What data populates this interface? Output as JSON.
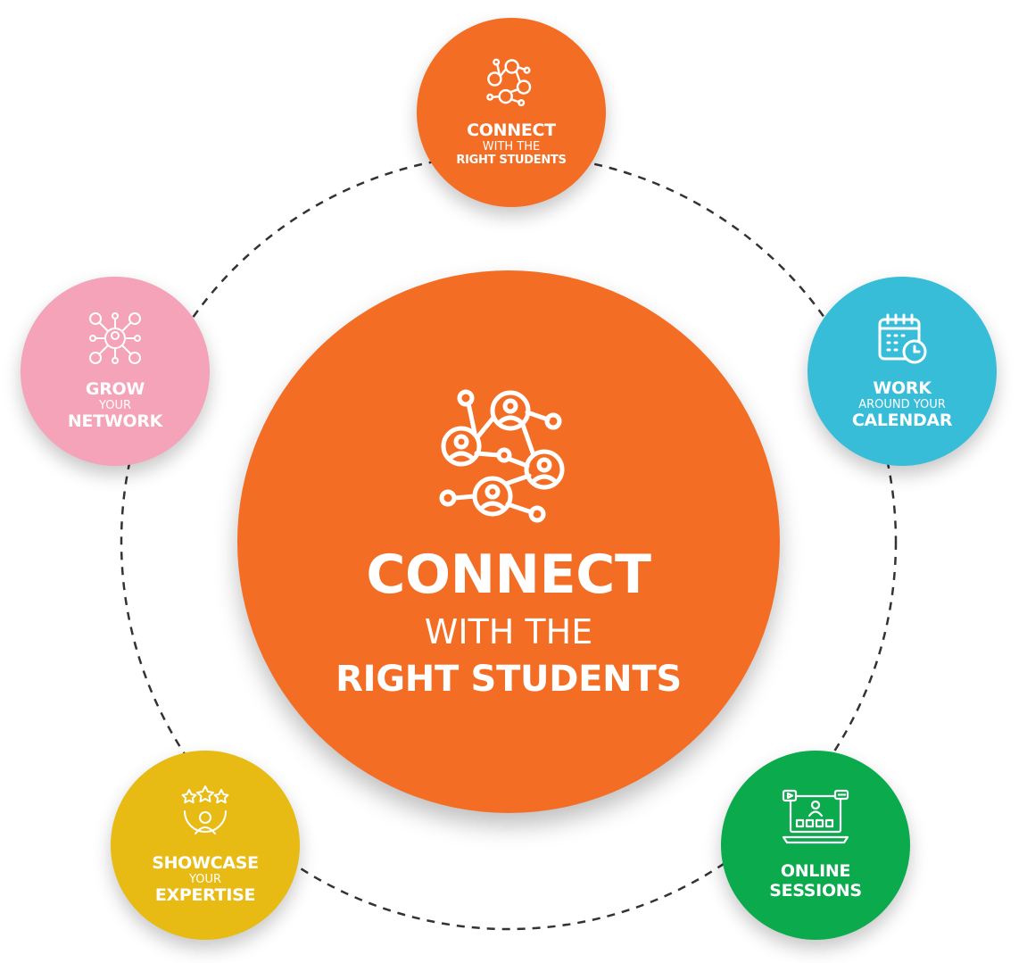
{
  "center": {
    "line1": "CONNECT",
    "line2": "WITH THE",
    "line3": "RIGHT STUDENTS",
    "icon": "people-network-icon"
  },
  "nodes": {
    "top": {
      "line1": "CONNECT",
      "line2": "WITH THE",
      "line3": "RIGHT STUDENTS",
      "icon": "people-network-icon",
      "color": "#F36D24"
    },
    "left": {
      "line1": "GROW",
      "line2": "YOUR",
      "line3": "NETWORK",
      "icon": "network-hub-icon",
      "color": "#F5A3B8"
    },
    "right": {
      "line1": "WORK",
      "line2": "AROUND YOUR",
      "line3": "CALENDAR",
      "icon": "calendar-clock-icon",
      "color": "#38BDD8"
    },
    "bottom_left": {
      "line1": "SHOWCASE",
      "line2": "YOUR",
      "line3": "EXPERTISE",
      "icon": "star-user-icon",
      "color": "#E7BA14"
    },
    "bottom_right": {
      "line1": "ONLINE",
      "line2": "SESSIONS",
      "icon": "laptop-video-icon",
      "color": "#0AAA4D"
    }
  },
  "colors": {
    "accent": "#F36D24",
    "ring": "#333333"
  }
}
